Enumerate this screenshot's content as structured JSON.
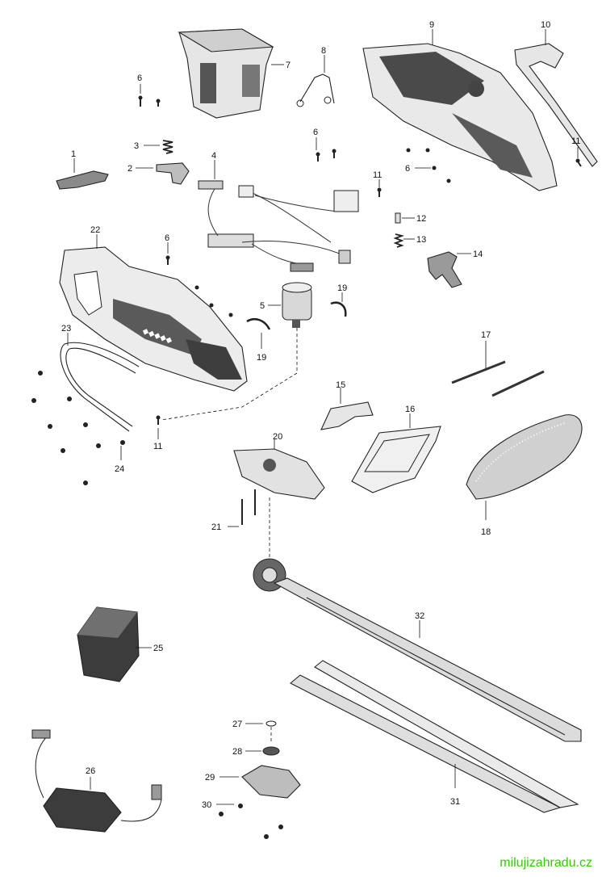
{
  "labels": {
    "p1": "1",
    "p2": "2",
    "p3": "3",
    "p4": "4",
    "p5": "5",
    "p6a": "6",
    "p6b": "6",
    "p6c": "6",
    "p6d": "6",
    "p7": "7",
    "p8": "8",
    "p9": "9",
    "p10": "10",
    "p11a": "11",
    "p11b": "11",
    "p11c": "11",
    "p12": "12",
    "p13": "13",
    "p14": "14",
    "p15": "15",
    "p16": "16",
    "p17": "17",
    "p18": "18",
    "p19a": "19",
    "p19b": "19",
    "p20": "20",
    "p21": "21",
    "p22": "22",
    "p23": "23",
    "p24": "24",
    "p25": "25",
    "p26": "26",
    "p27": "27",
    "p28": "28",
    "p29": "29",
    "p30": "30",
    "p31": "31",
    "p32": "32"
  },
  "watermark": "milujizahradu.cz",
  "colors": {
    "ink": "#111111",
    "part_fill": "#e9e9e9",
    "dark_fill": "#555555",
    "watermark": "#33cc00"
  }
}
